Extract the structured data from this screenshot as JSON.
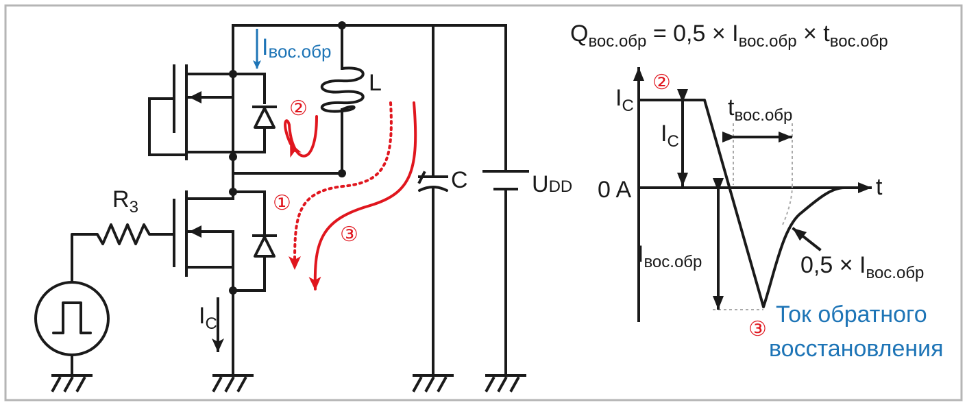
{
  "diagram": {
    "labels": {
      "inductor": "L",
      "capacitor": "C",
      "supply": "U",
      "supply_sub": "DD",
      "resistor": "R",
      "resistor_sub": "3",
      "current_main": "I",
      "current_main_sub": "C",
      "recovery_current": "I",
      "recovery_current_sub": "вос.обр"
    },
    "markers": {
      "m1": "①",
      "m2": "②",
      "m3": "③"
    },
    "formula": {
      "q": "Q",
      "q_sub": "вос.обр",
      "eq": " = 0,5 × ",
      "i": "I",
      "i_sub": "вос.обр",
      "times": " × ",
      "t": "t",
      "t_sub": "вос.обр"
    },
    "waveform": {
      "ic_top": "I",
      "ic_top_sub": "C",
      "ic_mid": "I",
      "ic_mid_sub": "C",
      "zero": "0 A",
      "t_axis": "t",
      "trr": "t",
      "trr_sub": "вос.обр",
      "irr": "I",
      "irr_sub": "вос.обр",
      "half_pre": "0,5 × ",
      "half_i": "I",
      "half_sub": "вос.обр",
      "caption_line1": "Ток обратного",
      "caption_line2": "восстановления"
    },
    "colors": {
      "accent": "#e0161e",
      "info": "#1d74b6",
      "ink": "#1a1a1a",
      "frame": "#b5b5b5"
    }
  }
}
